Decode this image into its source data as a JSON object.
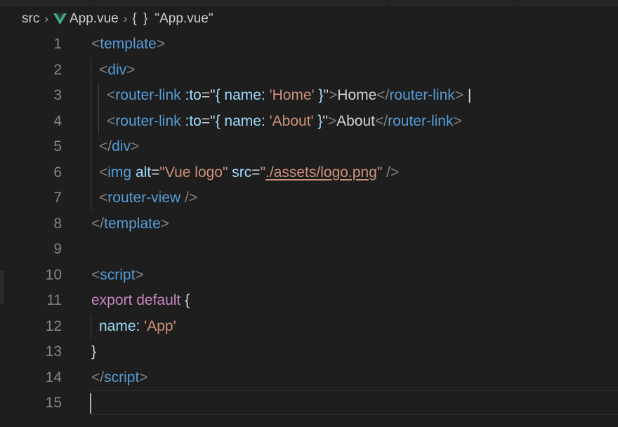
{
  "breadcrumb": {
    "folder": "src",
    "file": "App.vue",
    "symbol_icon": "{ }",
    "symbol": "\"App.vue\""
  },
  "icons": {
    "vue_file_icon": "vue-logo-icon",
    "chevron": "chevron-right-icon",
    "symbol": "braces-icon"
  },
  "colors": {
    "background": "#1e1e1e",
    "tag": "#569cd6",
    "attribute": "#9cdcfe",
    "string": "#ce9178",
    "keyword": "#c586c0",
    "bracket": "#808080",
    "line_number": "#858585",
    "vue_green": "#41b883"
  },
  "editor": {
    "current_line": 15,
    "lines": [
      {
        "n": "1",
        "indent": 0,
        "tokens": [
          [
            "bracket",
            "<"
          ],
          [
            "tag",
            "template"
          ],
          [
            "bracket",
            ">"
          ]
        ]
      },
      {
        "n": "2",
        "indent": 1,
        "tokens": [
          [
            "bracket",
            "<"
          ],
          [
            "tag",
            "div"
          ],
          [
            "bracket",
            ">"
          ]
        ]
      },
      {
        "n": "3",
        "indent": 2,
        "tokens": [
          [
            "bracket",
            "<"
          ],
          [
            "tag",
            "router-link"
          ],
          [
            "text",
            " "
          ],
          [
            "attr",
            ":to"
          ],
          [
            "text",
            "=\""
          ],
          [
            "attr",
            "{ name: "
          ],
          [
            "str",
            "'Home'"
          ],
          [
            "attr",
            " }"
          ],
          [
            "text",
            "\""
          ],
          [
            "bracket",
            ">"
          ],
          [
            "text",
            "Home"
          ],
          [
            "bracket",
            "</"
          ],
          [
            "tag",
            "router-link"
          ],
          [
            "bracket",
            ">"
          ],
          [
            "text",
            " |"
          ]
        ]
      },
      {
        "n": "4",
        "indent": 2,
        "tokens": [
          [
            "bracket",
            "<"
          ],
          [
            "tag",
            "router-link"
          ],
          [
            "text",
            " "
          ],
          [
            "attr",
            ":to"
          ],
          [
            "text",
            "=\""
          ],
          [
            "attr",
            "{ name: "
          ],
          [
            "str",
            "'About'"
          ],
          [
            "attr",
            " }"
          ],
          [
            "text",
            "\""
          ],
          [
            "bracket",
            ">"
          ],
          [
            "text",
            "About"
          ],
          [
            "bracket",
            "</"
          ],
          [
            "tag",
            "router-link"
          ],
          [
            "bracket",
            ">"
          ]
        ]
      },
      {
        "n": "5",
        "indent": 1,
        "tokens": [
          [
            "bracket",
            "</"
          ],
          [
            "tag",
            "div"
          ],
          [
            "bracket",
            ">"
          ]
        ]
      },
      {
        "n": "6",
        "indent": 1,
        "tokens": [
          [
            "bracket",
            "<"
          ],
          [
            "tag",
            "img"
          ],
          [
            "text",
            " "
          ],
          [
            "attr",
            "alt"
          ],
          [
            "text",
            "="
          ],
          [
            "str",
            "\"Vue logo\""
          ],
          [
            "text",
            " "
          ],
          [
            "attr",
            "src"
          ],
          [
            "text",
            "="
          ],
          [
            "str",
            "\""
          ],
          [
            "link",
            "./assets/logo.png"
          ],
          [
            "str",
            "\""
          ],
          [
            "text",
            " "
          ],
          [
            "bracket",
            "/>"
          ]
        ]
      },
      {
        "n": "7",
        "indent": 1,
        "tokens": [
          [
            "bracket",
            "<"
          ],
          [
            "tag",
            "router-view"
          ],
          [
            "text",
            " "
          ],
          [
            "bracket",
            "/>"
          ]
        ]
      },
      {
        "n": "8",
        "indent": 0,
        "tokens": [
          [
            "bracket",
            "</"
          ],
          [
            "tag",
            "template"
          ],
          [
            "bracket",
            ">"
          ]
        ]
      },
      {
        "n": "9",
        "indent": 0,
        "tokens": []
      },
      {
        "n": "10",
        "indent": 0,
        "tokens": [
          [
            "bracket",
            "<"
          ],
          [
            "tag",
            "script"
          ],
          [
            "bracket",
            ">"
          ]
        ]
      },
      {
        "n": "11",
        "indent": 0,
        "tokens": [
          [
            "keyword",
            "export"
          ],
          [
            "text",
            " "
          ],
          [
            "keyword",
            "default"
          ],
          [
            "text",
            " {"
          ]
        ]
      },
      {
        "n": "12",
        "indent": 1,
        "tokens": [
          [
            "prop",
            "name"
          ],
          [
            "text",
            ": "
          ],
          [
            "str",
            "'App'"
          ]
        ]
      },
      {
        "n": "13",
        "indent": 0,
        "tokens": [
          [
            "text",
            "}"
          ]
        ]
      },
      {
        "n": "14",
        "indent": 0,
        "tokens": [
          [
            "bracket",
            "</"
          ],
          [
            "tag",
            "script"
          ],
          [
            "bracket",
            ">"
          ]
        ]
      },
      {
        "n": "15",
        "indent": 0,
        "tokens": []
      }
    ]
  }
}
